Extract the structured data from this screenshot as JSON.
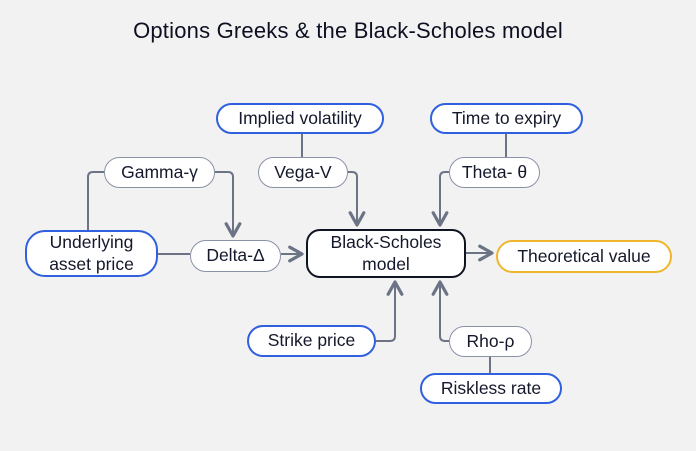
{
  "title": "Options Greeks & the Black-Scholes model",
  "colors": {
    "background": "#f2f2f3",
    "node_fill": "#ffffff",
    "text": "#14182b",
    "blue_border": "#3060df",
    "gray_border": "#8a92a6",
    "yellow_border": "#efb62b",
    "black_border": "#0f1422",
    "connector": "#6b7385"
  },
  "nodes": {
    "implied_volatility": {
      "label": "Implied volatility",
      "style": "blue"
    },
    "time_to_expiry": {
      "label": "Time to expiry",
      "style": "blue"
    },
    "gamma": {
      "label": "Gamma-γ",
      "style": "gray"
    },
    "vega": {
      "label": "Vega-V",
      "style": "gray"
    },
    "theta": {
      "label": "Theta- θ",
      "style": "gray"
    },
    "underlying_asset_price": {
      "label": "Underlying asset price",
      "style": "blue"
    },
    "delta": {
      "label": "Delta-Δ",
      "style": "gray"
    },
    "black_scholes_model": {
      "label": "Black-Scholes model",
      "style": "black"
    },
    "theoretical_value": {
      "label": "Theoretical value",
      "style": "yellow"
    },
    "strike_price": {
      "label": "Strike price",
      "style": "blue"
    },
    "rho": {
      "label": "Rho-ρ",
      "style": "gray"
    },
    "riskless_rate": {
      "label": "Riskless rate",
      "style": "blue"
    }
  },
  "edges": [
    {
      "from": "implied_volatility",
      "to": "vega",
      "arrow": false
    },
    {
      "from": "time_to_expiry",
      "to": "theta",
      "arrow": false
    },
    {
      "from": "underlying_asset_price",
      "to": "gamma",
      "arrow": false
    },
    {
      "from": "gamma",
      "to": "delta",
      "arrow": true
    },
    {
      "from": "underlying_asset_price",
      "to": "delta",
      "arrow": false
    },
    {
      "from": "delta",
      "to": "black_scholes_model",
      "arrow": true
    },
    {
      "from": "vega",
      "to": "black_scholes_model",
      "arrow": true
    },
    {
      "from": "theta",
      "to": "black_scholes_model",
      "arrow": true
    },
    {
      "from": "strike_price",
      "to": "black_scholes_model",
      "arrow": true
    },
    {
      "from": "rho",
      "to": "black_scholes_model",
      "arrow": true
    },
    {
      "from": "riskless_rate",
      "to": "rho",
      "arrow": false
    },
    {
      "from": "black_scholes_model",
      "to": "theoretical_value",
      "arrow": true
    }
  ]
}
